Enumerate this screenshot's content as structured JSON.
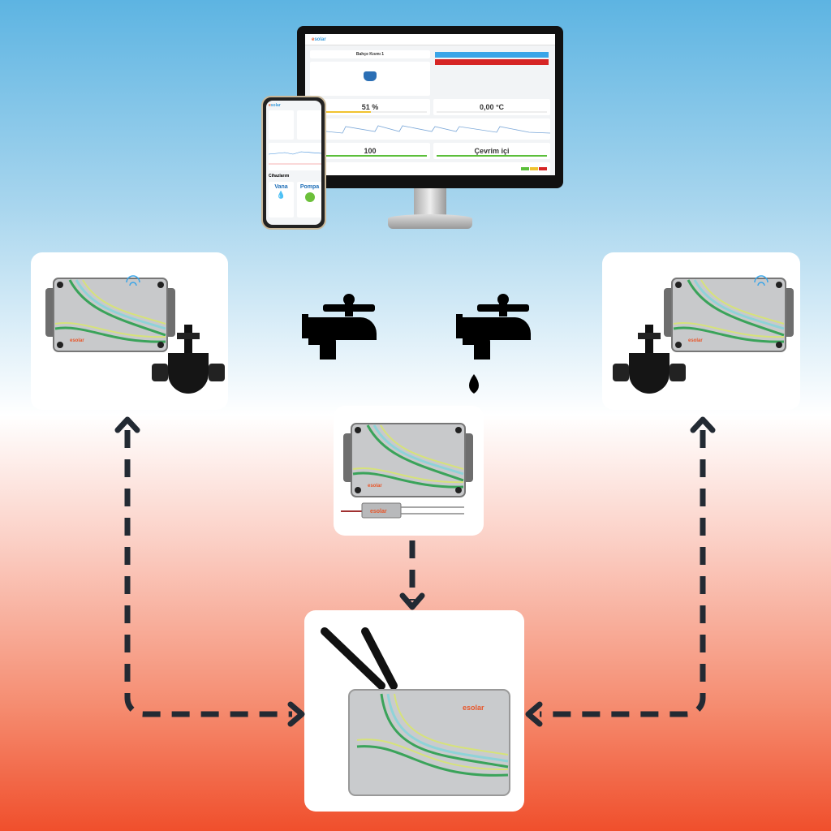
{
  "brand": {
    "logo_text": "esolar",
    "accent": "#e8562a",
    "blue": "#3a9ad9"
  },
  "monitor": {
    "page_title": "Bahçe Kısmı 1",
    "humidity_value": "51 %",
    "humidity_fill": 0.51,
    "temperature_value": "0,00 °C",
    "signal_value": "100",
    "status_value": "Çevrim içi",
    "button_colors": [
      "#3aa5e8",
      "#d62525"
    ]
  },
  "phone": {
    "section_title": "Cihazlarım",
    "devices": [
      {
        "label": "Vana"
      },
      {
        "label": "Pompa"
      }
    ]
  },
  "icons": [
    "faucet-icon",
    "faucet-drip-icon",
    "wifi-icon",
    "antenna-icon",
    "valve-icon"
  ]
}
